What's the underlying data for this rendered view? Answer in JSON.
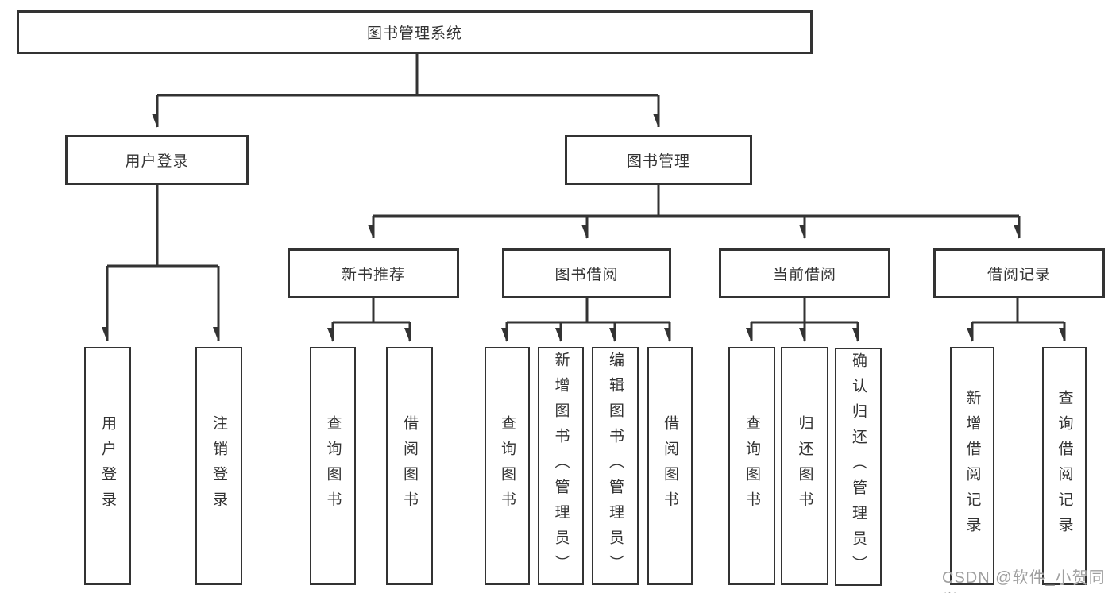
{
  "diagram": {
    "root": "图书管理系统",
    "branches": [
      {
        "label": "用户登录",
        "children": [
          "用户登录",
          "注销登录"
        ]
      },
      {
        "label": "图书管理",
        "groups": [
          {
            "label": "新书推荐",
            "children": [
              "查询图书",
              "借阅图书"
            ]
          },
          {
            "label": "图书借阅",
            "children": [
              "查询图书",
              "新增图书（管理员）",
              "编辑图书（管理员）",
              "借阅图书"
            ]
          },
          {
            "label": "当前借阅",
            "children": [
              "查询图书",
              "归还图书",
              "确认归还（管理员）"
            ]
          },
          {
            "label": "借阅记录",
            "children": [
              "新增借阅记录",
              "查询借阅记录"
            ]
          }
        ]
      }
    ]
  },
  "watermark": {
    "text": "CSDN @软件_小贺同学"
  },
  "colors": {
    "line": "#333333",
    "box_border": "#333333",
    "text": "#333333",
    "watermark": "#9f9f9f",
    "background": "#ffffff"
  }
}
